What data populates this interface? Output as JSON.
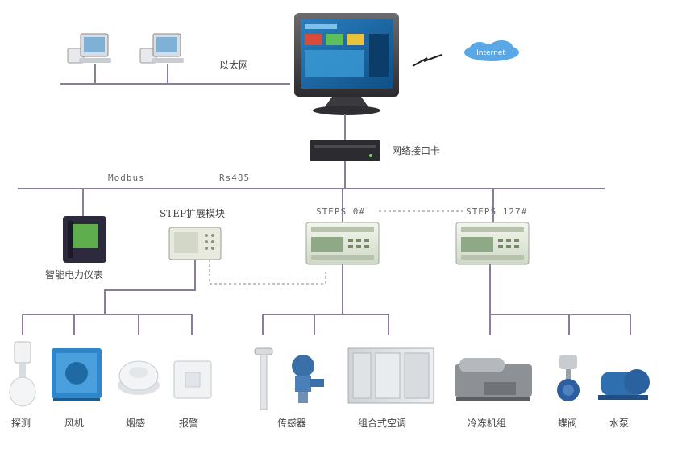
{
  "ethernet_label": "以太网",
  "network_card_label": "网络接口卡",
  "bus_modbus": "Modbus",
  "bus_rs485": "Rs485",
  "power_meter_label": "智能电力仪表",
  "expansion_module_label": "STEP扩展模块",
  "controller_0_label": "STEPS 0#",
  "controller_127_label": "STEPS 127#",
  "internet_label": "Internet",
  "devices_group_1": [
    "探测",
    "风机",
    "烟感",
    "报警"
  ],
  "devices_group_2": [
    "传感器",
    "组合式空调"
  ],
  "devices_group_3": [
    "冷冻机组",
    "蝶阀",
    "水泵"
  ],
  "colors": {
    "line": "#8a7d9a",
    "screen": "#1d6fa8",
    "device_blue": "#2f86c8"
  }
}
